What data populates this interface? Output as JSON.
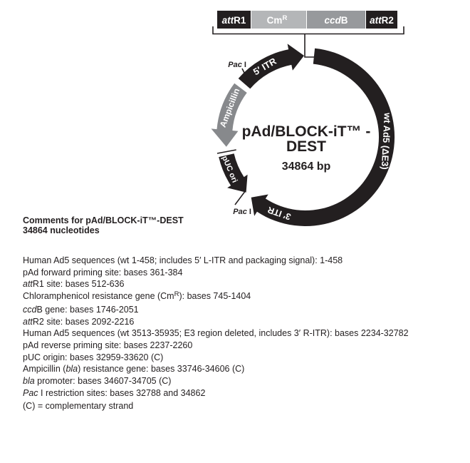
{
  "colors": {
    "black": "#231f20",
    "cm_box": "#b4b6b8",
    "ccdb_box": "#97999c",
    "ampicillin_gray": "#87898c",
    "label_text": "#ffffff"
  },
  "cassette": {
    "attR1": {
      "italic": "att",
      "rest": "R1"
    },
    "cm": {
      "main": "Cm",
      "sup": "R"
    },
    "ccdB": {
      "italic": "ccd",
      "rest": "B"
    },
    "attR2": {
      "italic": "att",
      "rest": "R2"
    }
  },
  "plasmid": {
    "title_line1": "pAd/BLOCK-iT™ -",
    "title_line2": "DEST",
    "size_label": "34864 bp",
    "segments": {
      "itr5": "5′ ITR",
      "wt_ad5": "wt Ad5 (ΔE3)",
      "itr3": "3′ ITR",
      "ampicillin": "Ampicillin",
      "puc_ori": "pUC ori"
    },
    "pac_site": {
      "italic": "Pac",
      "rest": " I"
    }
  },
  "comments": {
    "heading1": "Comments for pAd/BLOCK-iT™-DEST",
    "heading2": "34864 nucleotides",
    "lines": [
      [
        {
          "s": "n",
          "t": "Human Ad5 sequences (wt 1-458; includes 5′ L-ITR and packaging signal): 1-458"
        }
      ],
      [
        {
          "s": "n",
          "t": "pAd forward priming site: bases 361-384"
        }
      ],
      [
        {
          "s": "i",
          "t": "att"
        },
        {
          "s": "n",
          "t": "R1 site: bases 512-636"
        }
      ],
      [
        {
          "s": "n",
          "t": "Chloramphenicol resistance gene (Cm"
        },
        {
          "s": "sup",
          "t": "R"
        },
        {
          "s": "n",
          "t": "): bases 745-1404"
        }
      ],
      [
        {
          "s": "i",
          "t": "ccd"
        },
        {
          "s": "n",
          "t": "B gene: bases 1746-2051"
        }
      ],
      [
        {
          "s": "i",
          "t": "att"
        },
        {
          "s": "n",
          "t": "R2 site: bases 2092-2216"
        }
      ],
      [
        {
          "s": "n",
          "t": "Human Ad5 sequences (wt 3513-35935; E3 region deleted, includes 3′ R-ITR): bases 2234-32782"
        }
      ],
      [
        {
          "s": "n",
          "t": "pAd reverse priming site: bases 2237-2260"
        }
      ],
      [
        {
          "s": "n",
          "t": "pUC origin: bases 32959-33620 (C)"
        }
      ],
      [
        {
          "s": "n",
          "t": "Ampicillin ("
        },
        {
          "s": "i",
          "t": "bla"
        },
        {
          "s": "n",
          "t": ") resistance gene: bases 33746-34606 (C)"
        }
      ],
      [
        {
          "s": "i",
          "t": "bla"
        },
        {
          "s": "n",
          "t": " promoter: bases 34607-34705 (C)"
        }
      ],
      [
        {
          "s": "i",
          "t": "Pac"
        },
        {
          "s": "n",
          "t": " I restriction sites: bases 32788 and 34862"
        }
      ],
      [
        {
          "s": "n",
          "t": "(C) = complementary strand"
        }
      ]
    ]
  }
}
